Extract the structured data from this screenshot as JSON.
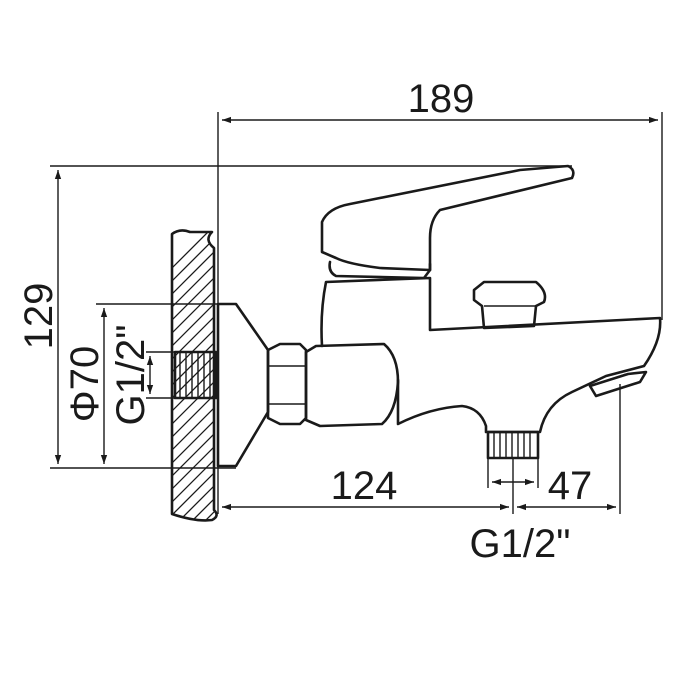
{
  "dimensions": {
    "width_total": "189",
    "height_total": "129",
    "flange_diameter": "Φ70",
    "inlet_thread": "G1/2\"",
    "spout_offset": "124",
    "spout_to_end": "47",
    "outlet_thread": "G1/2\""
  },
  "colors": {
    "line": "#1a1a1a",
    "background": "#ffffff"
  }
}
